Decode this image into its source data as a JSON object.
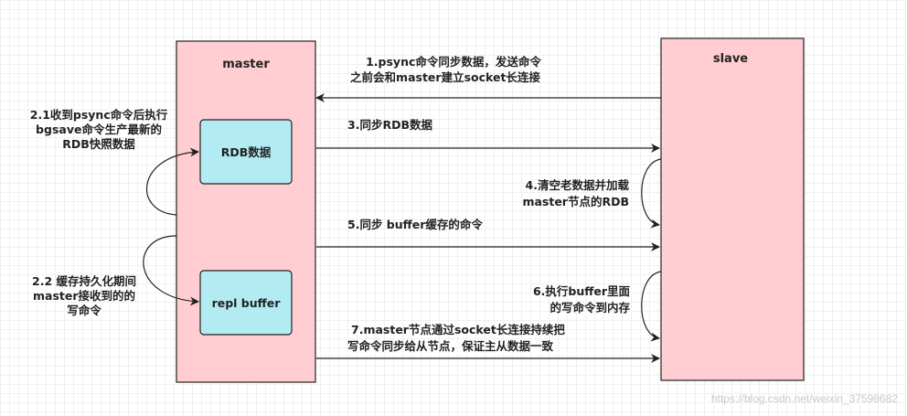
{
  "nodes": {
    "master": "master",
    "slave": "slave",
    "rdb": "RDB数据",
    "repl": "repl buffer"
  },
  "labels": {
    "step1_l1": "1.psync命令同步数据，发送命令",
    "step1_l2": "之前会和master建立socket长连接",
    "step21_l1": "2.1收到psync命令后执行",
    "step21_l2": "bgsave命令生产最新的",
    "step21_l3": "RDB快照数据",
    "step22_l1": "2.2 缓存持久化期间",
    "step22_l2": "master接收到的的",
    "step22_l3": "写命令",
    "step3": "3.同步RDB数据",
    "step4_l1": "4.清空老数据并加载",
    "step4_l2": "master节点的RDB",
    "step5": "5.同步 buffer缓存的命令",
    "step6_l1": "6.执行buffer里面",
    "step6_l2": "的写命令到内存",
    "step7_l1": "7.master节点通过socket长连接持续把",
    "step7_l2": "写命令同步给从节点，保证主从数据一致"
  },
  "watermark": "https://blog.csdn.net/weixin_37598682",
  "colors": {
    "node_fill": "#ffcdd2",
    "inner_fill": "#b2ebf2",
    "stroke": "#222222"
  }
}
